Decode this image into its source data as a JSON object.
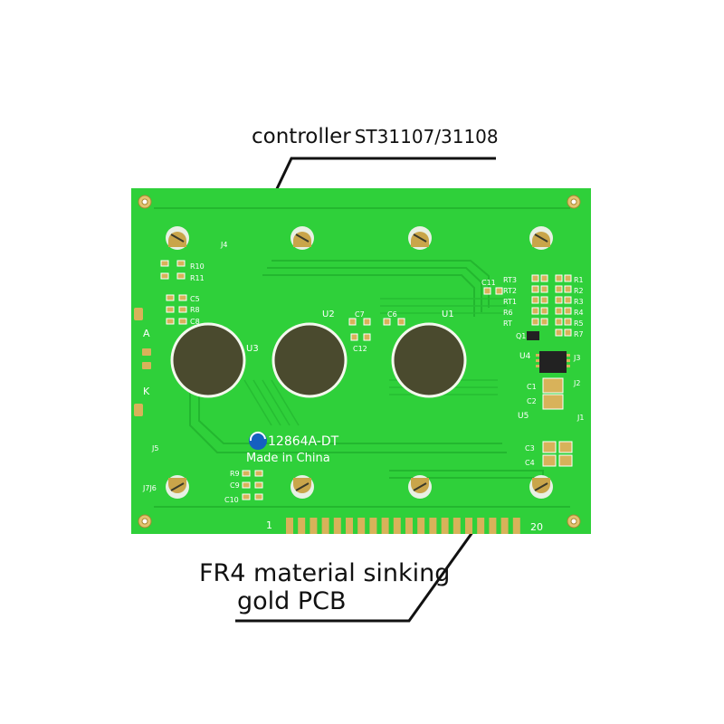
{
  "callouts": {
    "top": {
      "prefix": "controller",
      "part": "ST31107/31108"
    },
    "bottom": {
      "line1": "FR4 material sinking",
      "line2": "gold PCB"
    }
  },
  "board": {
    "model_text": "12864A-DT",
    "origin_text": "Made in China",
    "chip_labels": [
      "U1",
      "U2",
      "U3",
      "U4",
      "U5"
    ],
    "pin_first": "1",
    "pin_last": "20",
    "side_labels": [
      "A",
      "K"
    ],
    "ref_left": [
      "R10",
      "R11",
      "C5",
      "R8",
      "C8",
      "J4"
    ],
    "ref_bottom_left": [
      "R9",
      "C9",
      "C10",
      "J5",
      "J7J6"
    ],
    "ref_right_left": [
      "RT3",
      "RT2",
      "RT1",
      "R6",
      "RT",
      "C11"
    ],
    "ref_right": [
      "R1",
      "R2",
      "R3",
      "R4",
      "R5",
      "R7"
    ],
    "ref_right_caps": [
      "C1",
      "C2",
      "C3",
      "C4",
      "J2",
      "J3",
      "J1",
      "Q1"
    ],
    "ref_center": [
      "C7",
      "C6",
      "C12"
    ]
  },
  "colors": {
    "pcb": "#2fd03a",
    "pcb_trace": "#1fae2c",
    "gold": "#d8b25a",
    "chip_blob": "#4a4a2e",
    "silkscreen": "#ffffff",
    "ink": "#111111"
  }
}
